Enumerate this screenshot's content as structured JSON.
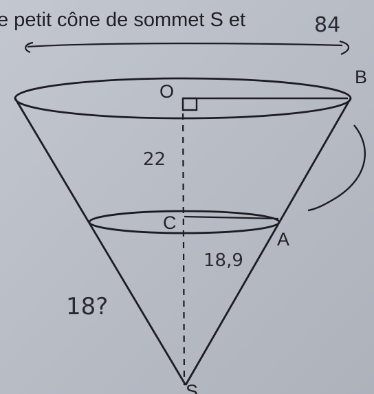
{
  "header": {
    "text": "e petit cône de sommet S et"
  },
  "labels": {
    "top_center": "O",
    "top_right": "B",
    "middle_center": "C",
    "middle_right": "A",
    "apex": "S"
  },
  "handwritten": {
    "corner_number": "84",
    "height_value": "22",
    "slant_value": "18,9",
    "left_note": "18?"
  },
  "colors": {
    "paper": "#b9bdc6",
    "ink": "#1c1c22",
    "pencil": "#2a2a36"
  }
}
